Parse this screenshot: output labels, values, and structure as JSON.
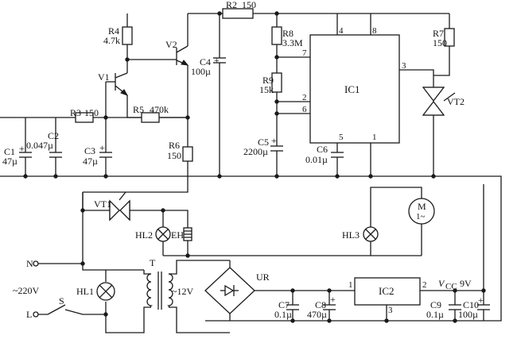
{
  "diagram": {
    "components": {
      "R2": {
        "ref": "R2",
        "value": "150"
      },
      "R4": {
        "ref": "R4",
        "value": "4.7k"
      },
      "R8": {
        "ref": "R8",
        "value": "3.3M"
      },
      "R7": {
        "ref": "R7",
        "value": "150"
      },
      "R9": {
        "ref": "R9",
        "value": "15k"
      },
      "R3": {
        "ref": "R3",
        "value": "150"
      },
      "R5": {
        "ref": "R5",
        "value": "470k"
      },
      "R6": {
        "ref": "R6",
        "value": "150"
      },
      "C1": {
        "ref": "C1",
        "value": "47µ"
      },
      "C2": {
        "ref": "C2",
        "value": "0.047µ"
      },
      "C3": {
        "ref": "C3",
        "value": "47µ"
      },
      "C4": {
        "ref": "C4",
        "value": "100µ"
      },
      "C5": {
        "ref": "C5",
        "value": "2200µ"
      },
      "C6": {
        "ref": "C6",
        "value": "0.01µ"
      },
      "C7": {
        "ref": "C7",
        "value": "0.1µ"
      },
      "C8": {
        "ref": "C8",
        "value": "470µ"
      },
      "C9": {
        "ref": "C9",
        "value": "0.1µ"
      },
      "C10": {
        "ref": "C10",
        "value": "100µ"
      }
    },
    "transistors": {
      "V1": "V1",
      "V2": "V2"
    },
    "ics": {
      "IC1": "IC1",
      "IC2": "IC2"
    },
    "ic1_pins": [
      "4",
      "8",
      "7",
      "3",
      "2",
      "6",
      "5",
      "1"
    ],
    "ic2_pins": [
      "1",
      "2",
      "3"
    ],
    "triacs": {
      "VT1": "VT1",
      "VT2": "VT2"
    },
    "lamps": {
      "HL1": "HL1",
      "HL2": "HL2",
      "HL3": "HL3"
    },
    "heater": "EH",
    "motor": {
      "symbol": "M",
      "phase": "1~"
    },
    "transformer": "T",
    "rectifier": "UR",
    "supply": {
      "n": "N",
      "l": "L",
      "mains": "~220V",
      "secondary": "~12V",
      "switch": "S"
    },
    "vcc": {
      "name": "V",
      "sub": "CC",
      "value": "9V"
    },
    "plus": "+"
  }
}
